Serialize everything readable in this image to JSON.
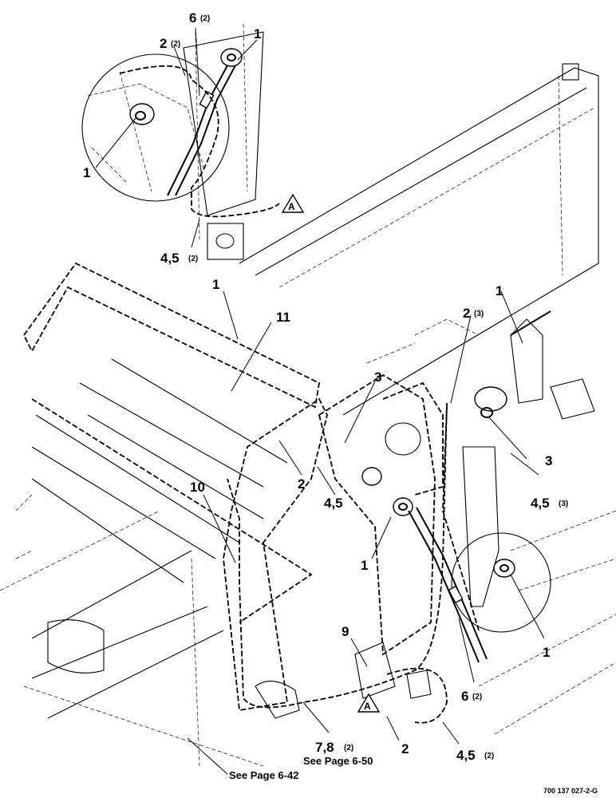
{
  "labels": {
    "top_6": "6",
    "top_6_qty": "(2)",
    "top_2": "2",
    "top_2_qty": "(2)",
    "top_1_right": "1",
    "top_1_left": "1",
    "top_45": "4,5",
    "top_45_qty": "(2)",
    "detail_a_top": "A",
    "mid_1": "1",
    "mid_11": "11",
    "mid_3": "3",
    "mid_2": "2",
    "mid_45": "4,5",
    "mid_10": "10",
    "mid_1b": "1",
    "r_1": "1",
    "r_2": "2",
    "r_2_qty": "(3)",
    "r_3": "3",
    "r_45": "4,5",
    "r_45_qty": "(3)",
    "r_1b": "1",
    "b_9": "9",
    "b_6": "6",
    "b_6_qty": "(2)",
    "detail_a_bottom": "A",
    "b_2": "2",
    "b_78": "7,8",
    "b_78_qty": "(2)",
    "b_45": "4,5",
    "b_45_qty": "(2)",
    "see_650": "See Page 6-50",
    "see_642": "See Page 6-42",
    "figure_number": "700 137 027-2-G"
  },
  "icons": {
    "detail_callout": "triangle-A-icon"
  }
}
